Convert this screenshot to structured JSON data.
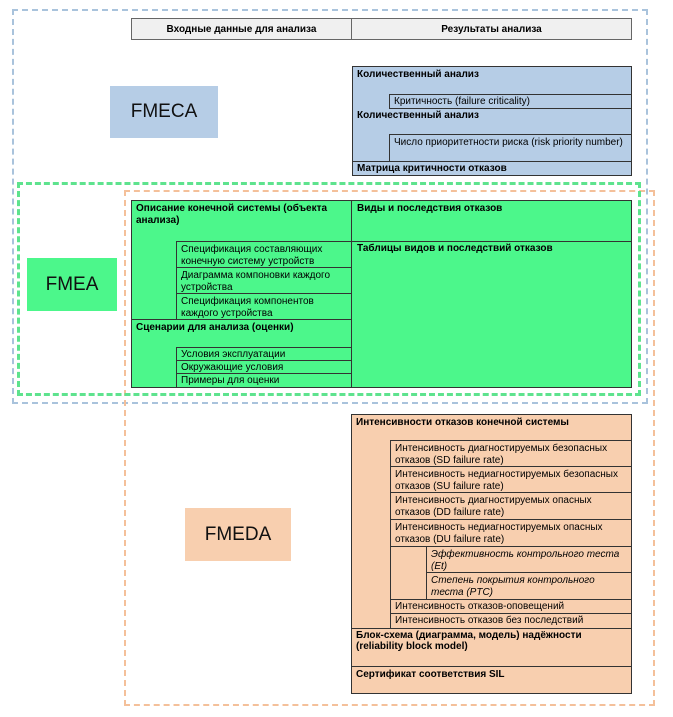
{
  "header": {
    "input_col": "Входные данные для анализа",
    "result_col": "Результаты анализа"
  },
  "tags": {
    "fmeca": "FMECA",
    "fmea": "FMEA",
    "fmeda": "FMEDA"
  },
  "fmeca": {
    "quant1": "Количественный анализ",
    "criticality": "Критичность (failure criticality)",
    "quant2": "Количественный анализ",
    "rpn": "Число приоритетности риска (risk priority number)",
    "matrix": "Матрица критичности отказов"
  },
  "fmea": {
    "system_desc": "Описание конечной системы (объекта анализа)",
    "spec_components": "Спецификация составляющих конечную систему устройств",
    "layout_diagram": "Диаграмма компоновки каждого устройства",
    "spec_parts": "Спецификация компонентов каждого устройства",
    "scenarios": "Сценарии для анализа (оценки)",
    "conditions": "Условия эксплуатации",
    "environment": "Окружающие условия",
    "examples": "Примеры для оценки",
    "modes_effects": "Виды и последствия отказов",
    "tables": "Таблицы видов и последствий отказов"
  },
  "fmeda": {
    "system_rates": "Интенсивности отказов конечной системы",
    "sd": "Интенсивность диагностируемых безопасных отказов (SD failure rate)",
    "su": "Интенсивность недиагностируемых безопасных отказов (SU failure rate)",
    "dd": "Интенсивность диагностируемых опасных отказов (DD failure rate)",
    "du": "Интенсивность недиагностируемых опасных отказов (DU failure rate)",
    "et": "Эффективность контрольного теста (Et)",
    "ptc": "Степень покрытия контрольного теста (PTC)",
    "annunciation": "Интенсивность отказов-оповещений",
    "no_effect": "Интенсивность отказов без последствий",
    "rbd": "Блок-схема (диаграмма, модель) надёжности (reliability block model)",
    "sil": "Сертификат соответствия SIL"
  }
}
